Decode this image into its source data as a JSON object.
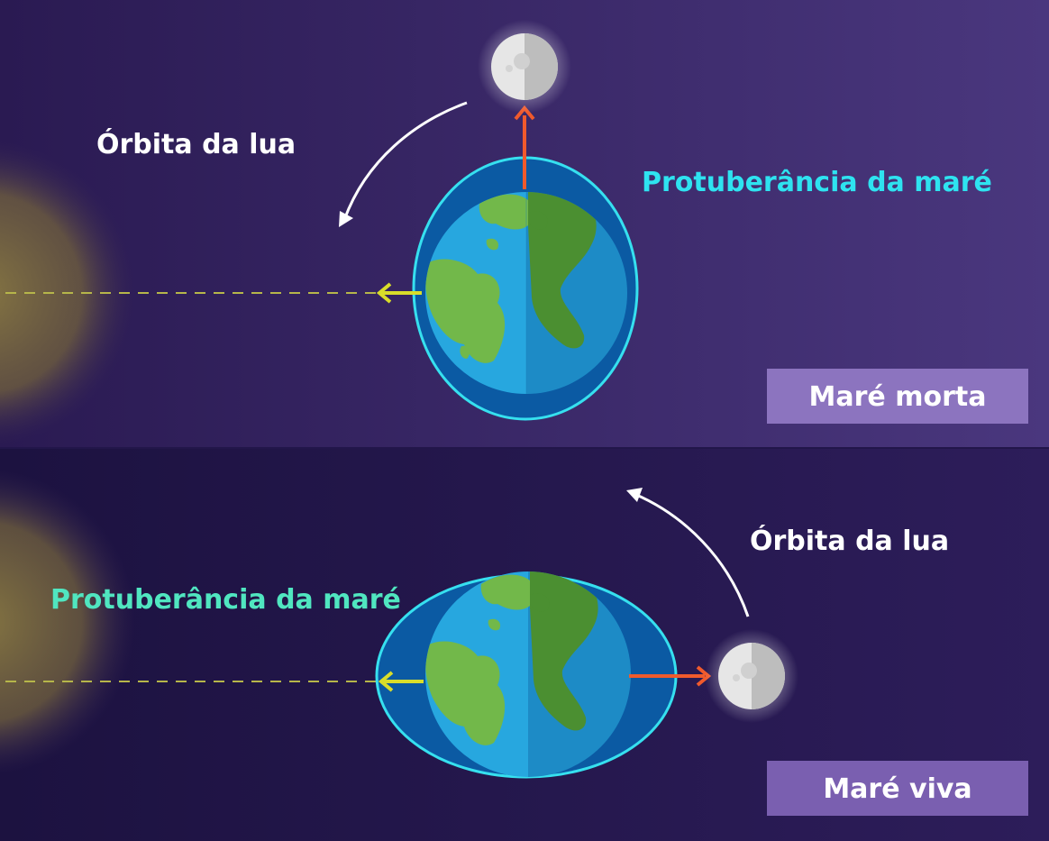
{
  "panels": [
    {
      "orbit_label": "Órbita da lua",
      "bulge_label": "Protuberância da maré",
      "tide_badge": "Maré morta"
    },
    {
      "orbit_label": "Órbita da lua",
      "bulge_label": "Protuberância da maré",
      "tide_badge": "Maré viva"
    }
  ],
  "colors": {
    "top_bg_left": "#2a1a52",
    "top_bg_right": "#4a377e",
    "bottom_bg_left": "#1c1240",
    "bottom_bg_right": "#2d1d5a",
    "sun_glow": "#7a6a3a",
    "bulge_outline": "#36e0ef",
    "bulge_fill": "#0b5aa3",
    "ocean_light": "#27a7df",
    "ocean_dark": "#1d8bc6",
    "land_light": "#72b84a",
    "land_dark": "#4b8f31",
    "moon": "#e4e4e4",
    "moon_arrow": "#f05a2c",
    "sun_arrow": "#d9dd2a",
    "sun_line": "#b6b64a",
    "badge_bg": "#8c74bf",
    "orbit_text": "#ffffff",
    "bulge_text_top": "#2ee3f0",
    "bulge_text_bottom": "#50e6c0"
  },
  "icons": [
    "moon-icon",
    "earth-icon",
    "sun-glow-icon",
    "orbit-arrow-icon",
    "moon-pull-arrow-icon",
    "sun-pull-arrow-icon"
  ]
}
